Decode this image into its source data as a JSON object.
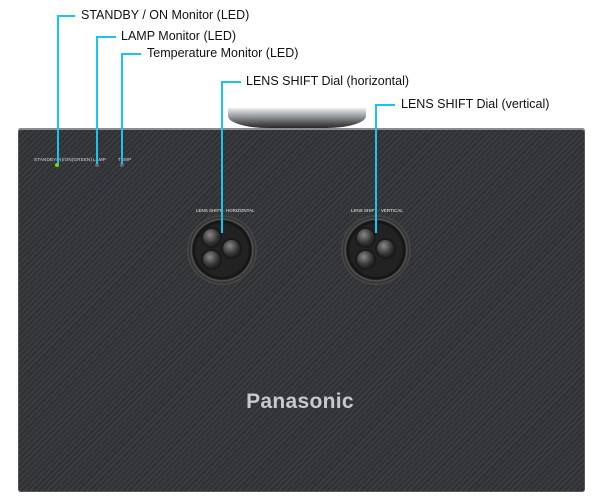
{
  "callouts": {
    "standby": "STANDBY / ON Monitor (LED)",
    "lamp": "LAMP Monitor (LED)",
    "temp": "Temperature Monitor (LED)",
    "lens_h": "LENS SHIFT Dial (horizontal)",
    "lens_v": "LENS SHIFT Dial (vertical)"
  },
  "panel": {
    "standby_label": "STANDBY(R)/ON(GREEN)",
    "lamp_label": "LAMP",
    "temp_label": "TEMP",
    "lens_h_label": "LENS SHIFT · HORIZONTAL",
    "lens_v_label": "LENS SHIFT · VERTICAL"
  },
  "brand": "Panasonic",
  "colors": {
    "callout_line": "#19c4ee",
    "standby_led": "#8bd400"
  }
}
